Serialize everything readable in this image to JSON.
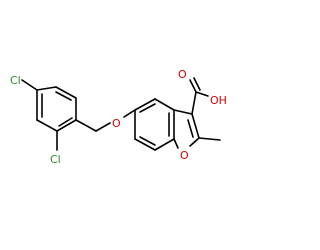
{
  "molecule": {
    "atoms": {
      "cl_top": "Cl",
      "cl_bottom": "Cl",
      "ether_o": "O",
      "ring_o": "O",
      "acid_o": "O",
      "acid_oh": "OH"
    }
  },
  "colors": {
    "chlorine": "#2e8b2e",
    "oxygen": "#d40000",
    "bond": "#000000"
  }
}
